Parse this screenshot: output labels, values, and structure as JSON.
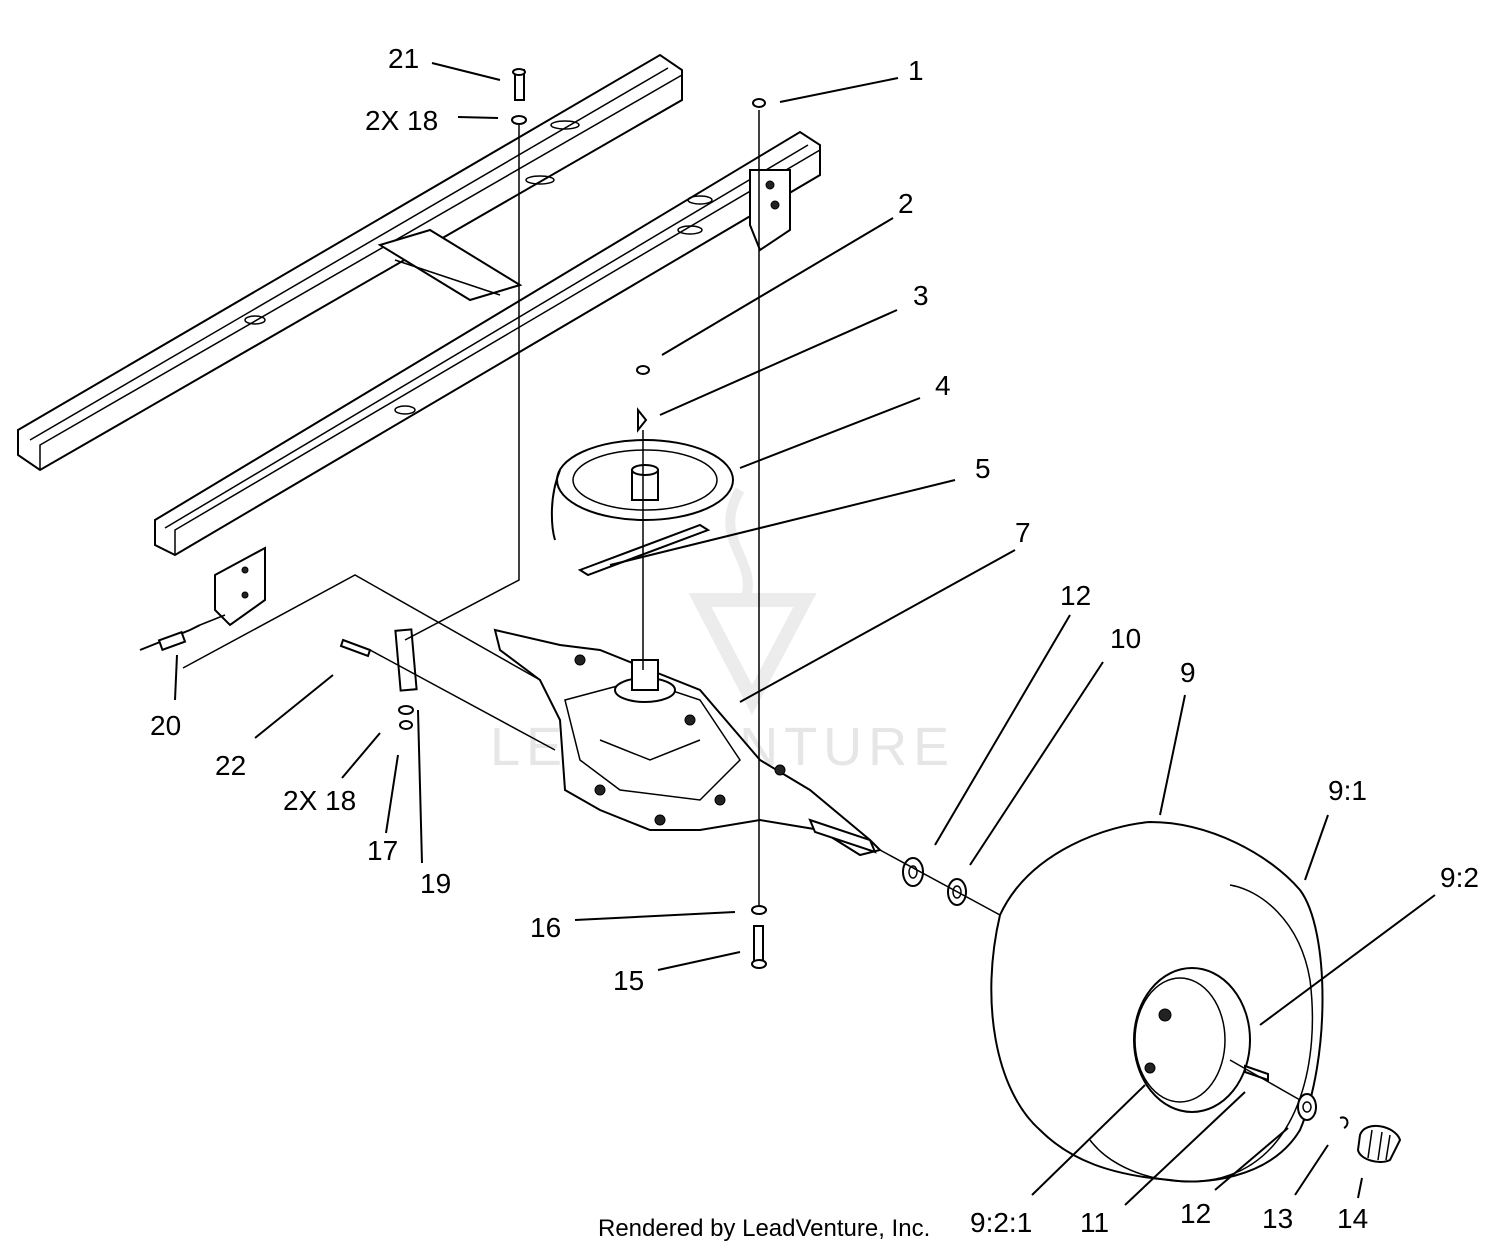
{
  "callouts": [
    {
      "id": "c21",
      "text": "21"
    },
    {
      "id": "c2x18a",
      "text": "2X 18"
    },
    {
      "id": "c1",
      "text": "1"
    },
    {
      "id": "c2",
      "text": "2"
    },
    {
      "id": "c3",
      "text": "3"
    },
    {
      "id": "c4",
      "text": "4"
    },
    {
      "id": "c5",
      "text": "5"
    },
    {
      "id": "c7",
      "text": "7"
    },
    {
      "id": "c12a",
      "text": "12"
    },
    {
      "id": "c10",
      "text": "10"
    },
    {
      "id": "c9",
      "text": "9"
    },
    {
      "id": "c9_1",
      "text": "9:1"
    },
    {
      "id": "c9_2",
      "text": "9:2"
    },
    {
      "id": "c20",
      "text": "20"
    },
    {
      "id": "c22",
      "text": "22"
    },
    {
      "id": "c2x18b",
      "text": "2X 18"
    },
    {
      "id": "c17",
      "text": "17"
    },
    {
      "id": "c19",
      "text": "19"
    },
    {
      "id": "c16",
      "text": "16"
    },
    {
      "id": "c15",
      "text": "15"
    },
    {
      "id": "c9_2_1",
      "text": "9:2:1"
    },
    {
      "id": "c11",
      "text": "11"
    },
    {
      "id": "c12b",
      "text": "12"
    },
    {
      "id": "c13",
      "text": "13"
    },
    {
      "id": "c14",
      "text": "14"
    }
  ],
  "watermark": "LEADVENTURE",
  "credit": "Rendered by LeadVenture, Inc."
}
